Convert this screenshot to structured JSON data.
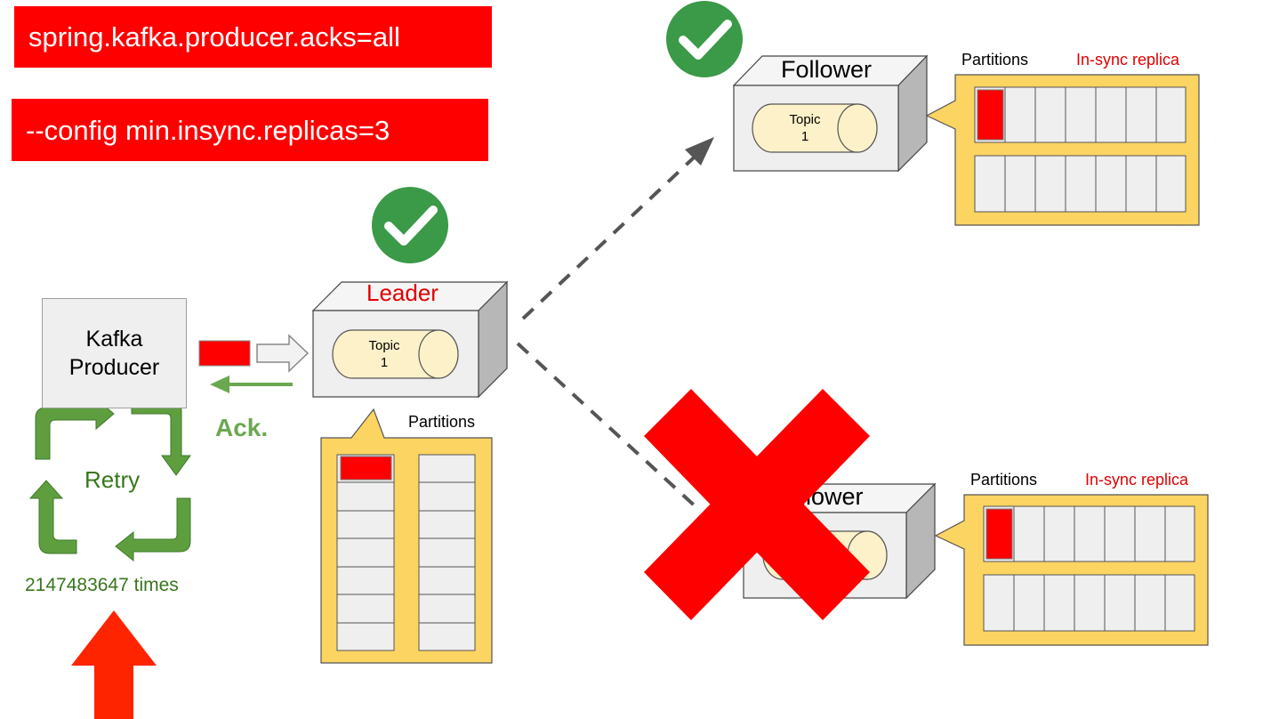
{
  "config": {
    "acks": "spring.kafka.producer.acks=all",
    "min_insync": "--config min.insync.replicas=3"
  },
  "producer": {
    "line1": "Kafka",
    "line2": "Producer",
    "retry_label": "Retry",
    "retry_count": "2147483647 times",
    "ack_label": "Ack."
  },
  "leader": {
    "label": "Leader",
    "topic_line1": "Topic",
    "topic_line2": "1",
    "partitions_label": "Partitions"
  },
  "follower_top": {
    "label": "Follower",
    "topic_line1": "Topic",
    "topic_line2": "1",
    "partitions_label": "Partitions",
    "isr_label": "In-sync replica"
  },
  "follower_bottom": {
    "label_visible": "llower",
    "partitions_label": "Partitions",
    "isr_label": "In-sync replica"
  },
  "colors": {
    "banner": "#ff0000",
    "check": "#3a9a47",
    "cross": "#ff0000",
    "retry_arrows": "#5f9e3f",
    "partition_panel": "#fcd462",
    "message": "#ff0000",
    "big_arrow": "#ff2400"
  },
  "icons": [
    "check-icon",
    "cross-icon",
    "retry-arrow-icon",
    "up-arrow-icon"
  ]
}
